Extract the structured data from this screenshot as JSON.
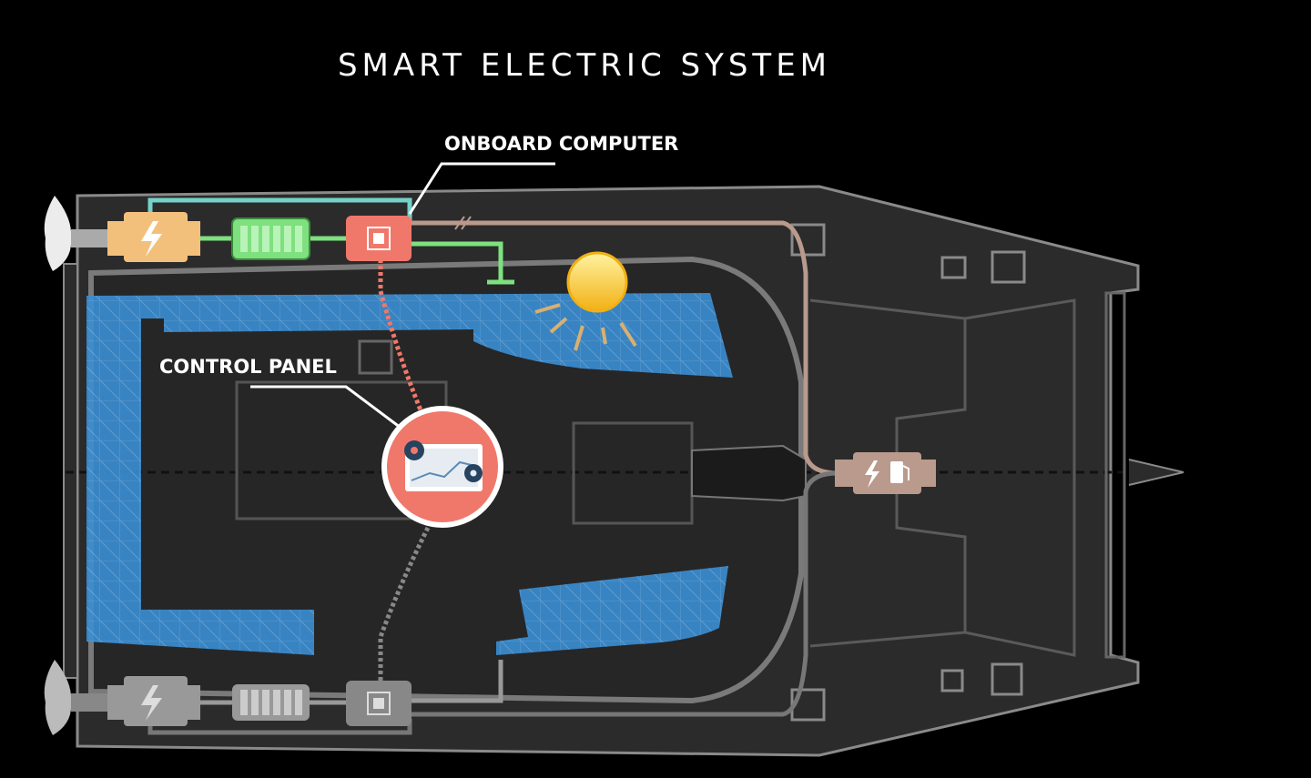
{
  "title": "SMART ELECTRIC SYSTEM",
  "labels": {
    "onboard_computer": "ONBOARD COMPUTER",
    "control_panel": "CONTROL PANEL"
  },
  "colors": {
    "background": "#000000",
    "hull": "#2b2b2c",
    "hull_outline": "#8a8a8a",
    "solar_panel": "#3c8fd6",
    "computer": "#f0786a",
    "battery": "#7ee07e",
    "motor": "#f3c07c",
    "charge_line": "#74d2c8",
    "generator": "#b99a8c",
    "sun": "#f6c21a"
  },
  "icons": [
    "propeller-icon",
    "motor-icon",
    "battery-icon",
    "chip-icon",
    "sun-icon",
    "gear-icon",
    "generator-icon",
    "fuel-icon"
  ]
}
